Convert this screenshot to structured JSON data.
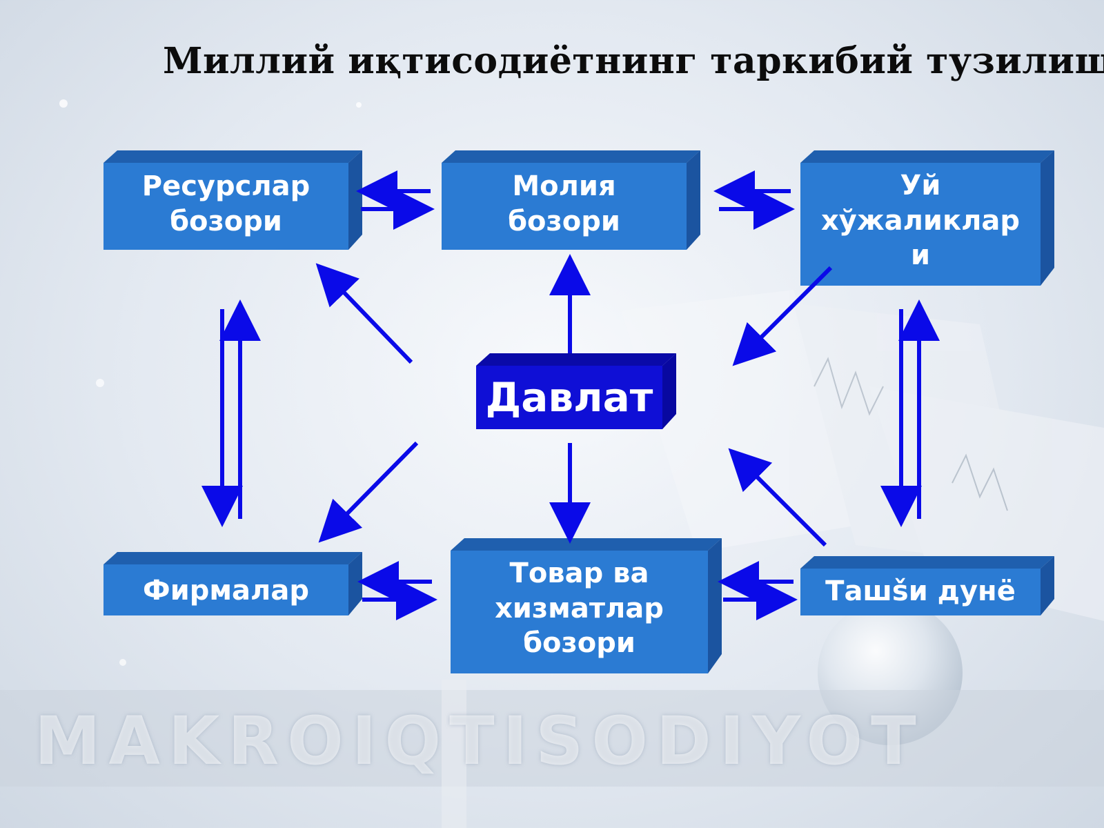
{
  "title": "Миллий иқтисодиётнинг таркибий тузилиши",
  "watermark": "MAKROIQTISODIYOT",
  "colors": {
    "box_front": "#2b7bd3",
    "box_top": "#1f5fae",
    "box_side": "#1b54a0",
    "center_front": "#0f0fd6",
    "center_top": "#0a0aa8",
    "arrow": "#0a0ae8",
    "title": "#0c0c0c"
  },
  "nodes": {
    "resource_market": {
      "line1": "Ресурслар",
      "line2": "бозори"
    },
    "financial_market": {
      "line1": "Молия",
      "line2": "бозори"
    },
    "households": {
      "line1": "Уй",
      "line2": "хўжаликлар",
      "line3": "и"
    },
    "state": {
      "label": "Давлат"
    },
    "firms": {
      "label": "Фирмалар"
    },
    "goods_market": {
      "line1": "Товар ва",
      "line2": "хизматлар",
      "line3": "бозори"
    },
    "foreign_world": {
      "label": "Ташšи дунё"
    }
  }
}
